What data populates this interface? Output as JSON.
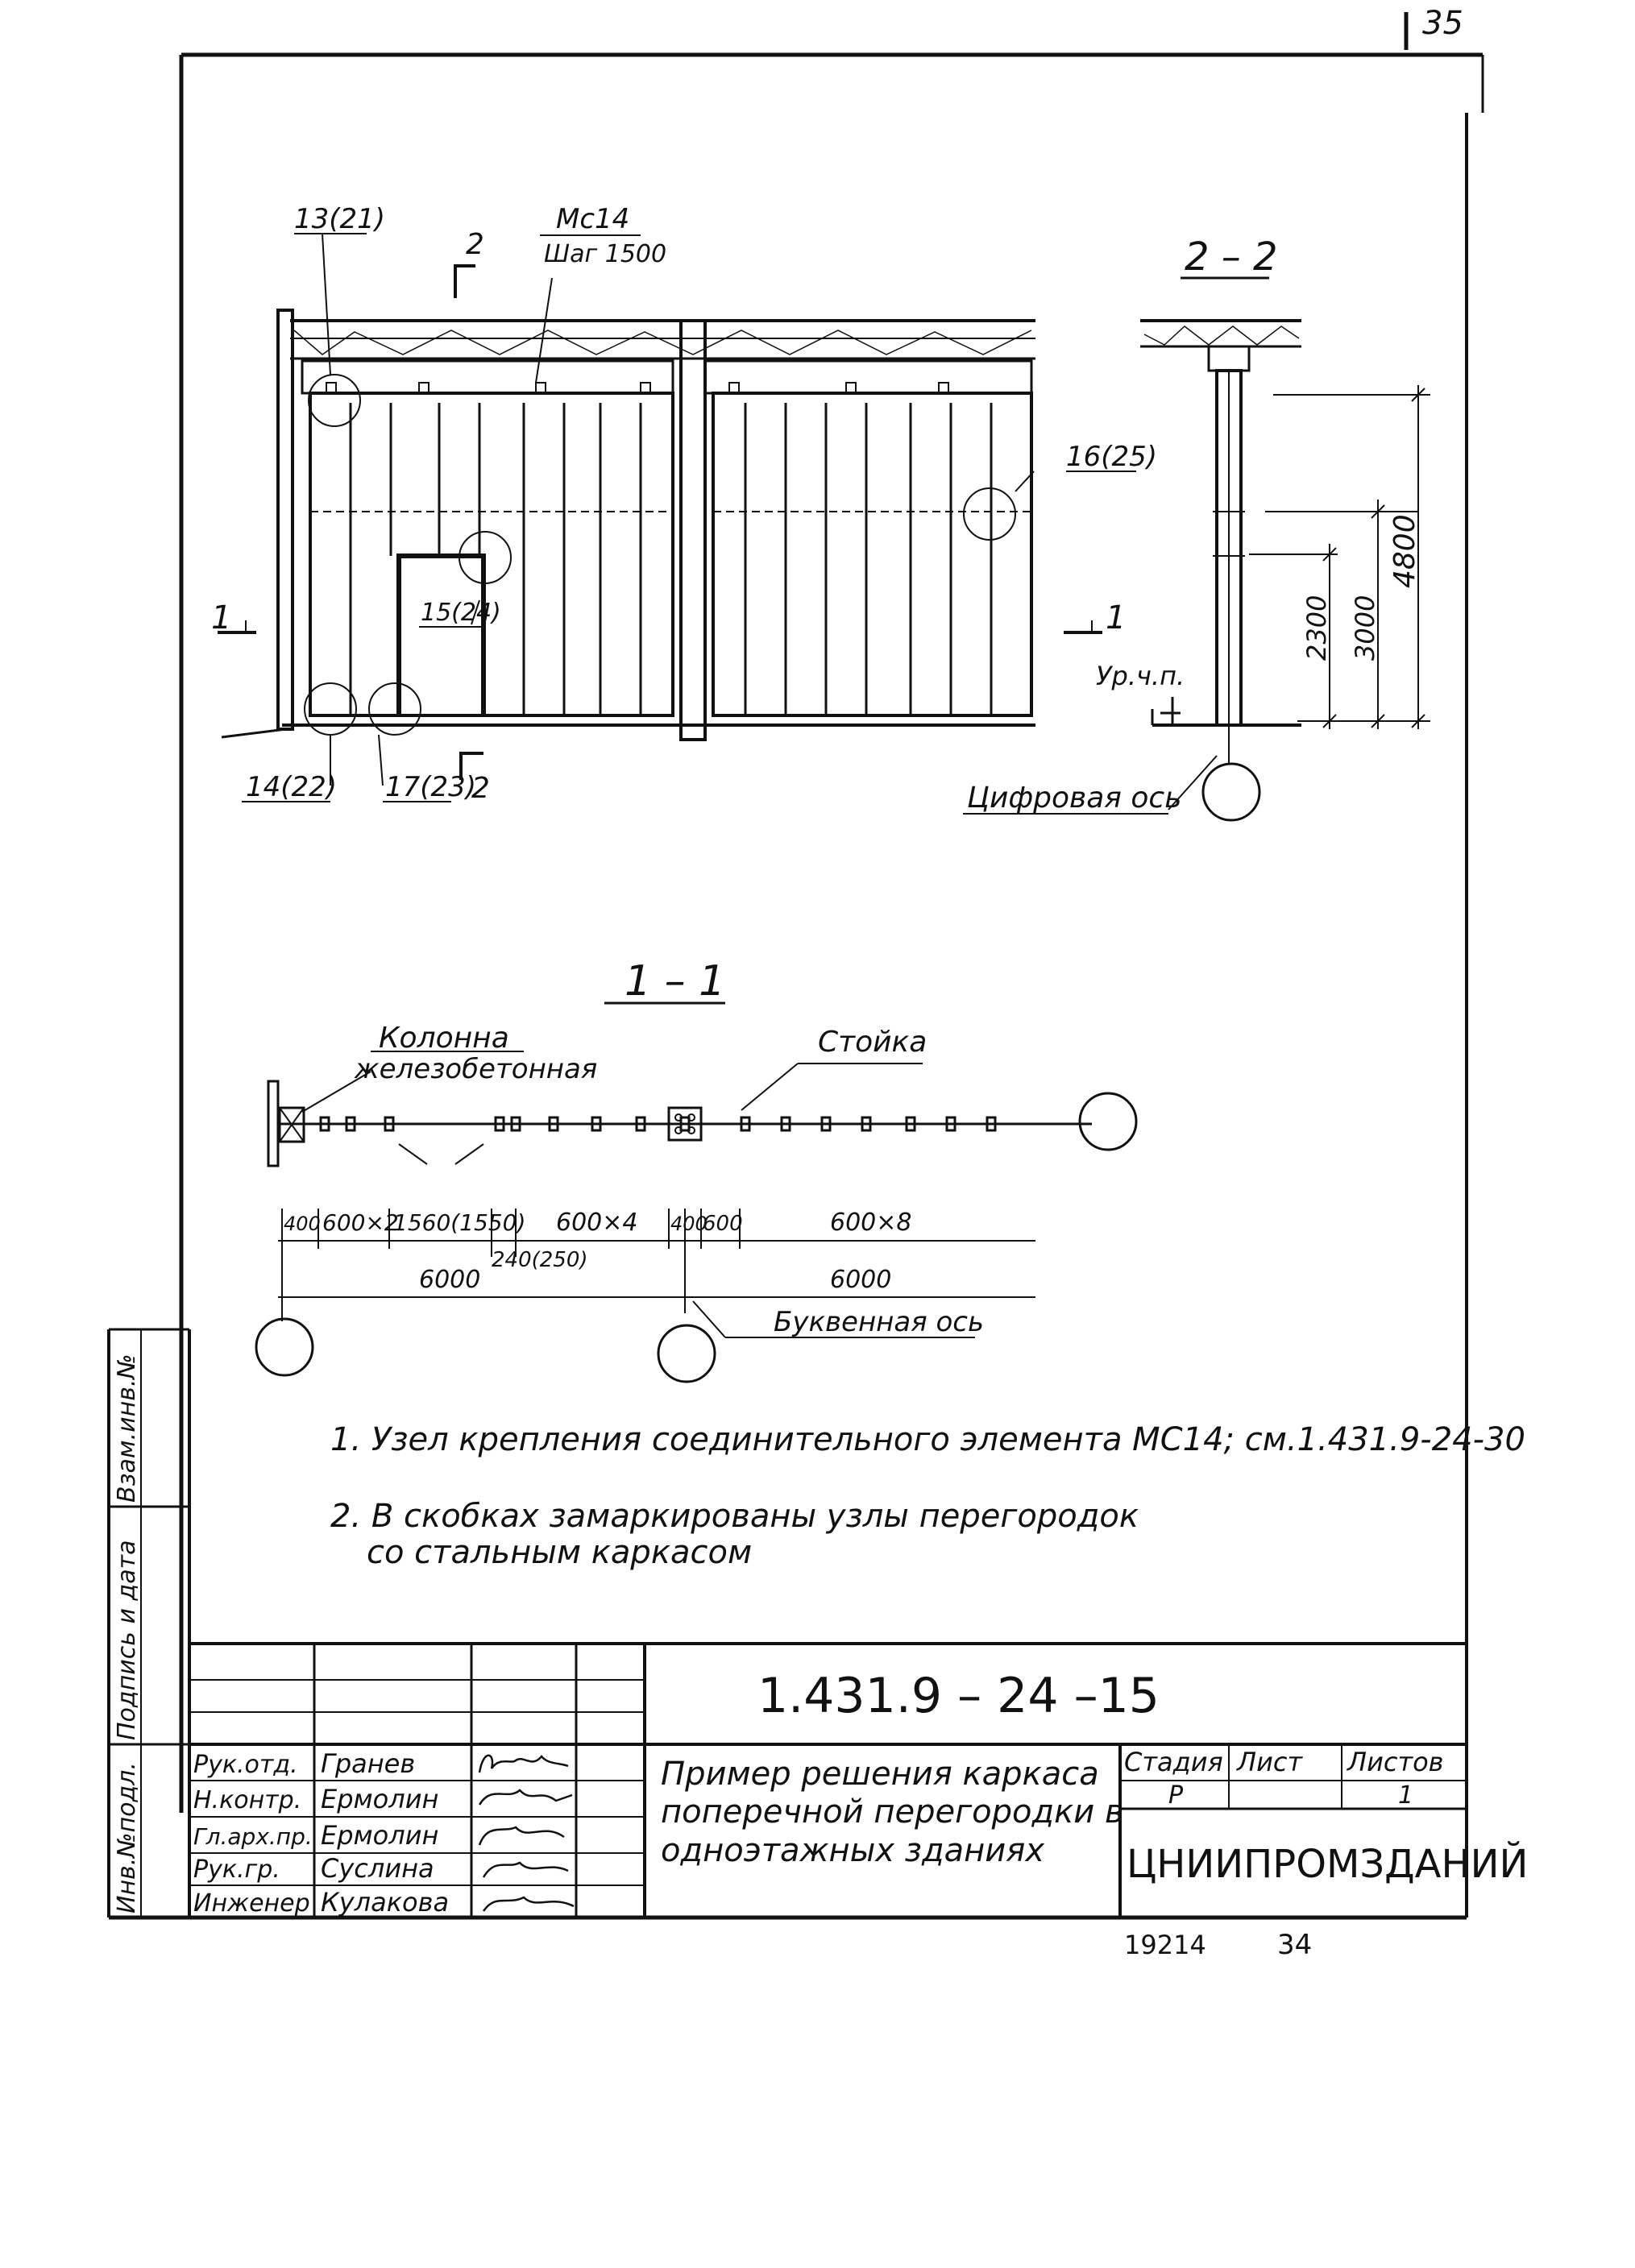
{
  "sheet": {
    "page_number": "35",
    "copy_numbers": [
      "19214",
      "34"
    ]
  },
  "elevation": {
    "callouts": {
      "c1321": "13(21)",
      "c1625": "16(25)",
      "c1524": "15(24)",
      "c1422": "14(22)",
      "c1723": "17(23)"
    },
    "mc14": "Мс14",
    "step": "Шаг 1500",
    "cut2": "2",
    "cut1": "1"
  },
  "section22": {
    "title": "2 – 2",
    "dims": [
      "4800",
      "3000",
      "2300"
    ],
    "floor": "Ур.ч.п.",
    "axis": "Цифровая ось"
  },
  "section11": {
    "title": "1 – 1",
    "column_label_1": "Колонна",
    "column_label_2": "железобетонная",
    "post_label": "Стойка",
    "dims": [
      "400",
      "600×2",
      "1560(1550)",
      "600×4",
      "400",
      "600",
      "600×8"
    ],
    "gap": "240(250)",
    "spans": [
      "6000",
      "6000"
    ],
    "axis": "Буквенная ось"
  },
  "notes": [
    "1. Узел крепления соединительного элемента МС14; см.1.431.9-24-30",
    "2. В скобках замаркированы узлы перегородок",
    "со стальным каркасом"
  ],
  "side_stamp": [
    "Инв.№подл.",
    "Подпись и дата",
    "Взам.инв.№"
  ],
  "title_block": {
    "code": "1.431.9 – 24 –15",
    "title": [
      "Пример решения каркаса",
      "поперечной перегородки в",
      "одноэтажных зданиях"
    ],
    "stage_label": "Стадия",
    "sheet_label": "Лист",
    "sheets_label": "Листов",
    "stage": "Р",
    "sheets": "1",
    "org": "ЦНИИПРОМЗДАНИЙ",
    "people": [
      {
        "role": "Рук.отд.",
        "name": "Гранев"
      },
      {
        "role": "Н.контр.",
        "name": "Ермолин"
      },
      {
        "role": "Гл.арх.пр.",
        "name": "Ермолин"
      },
      {
        "role": "Рук.гр.",
        "name": "Суслина"
      },
      {
        "role": "Инженер",
        "name": "Кулакова"
      }
    ]
  }
}
